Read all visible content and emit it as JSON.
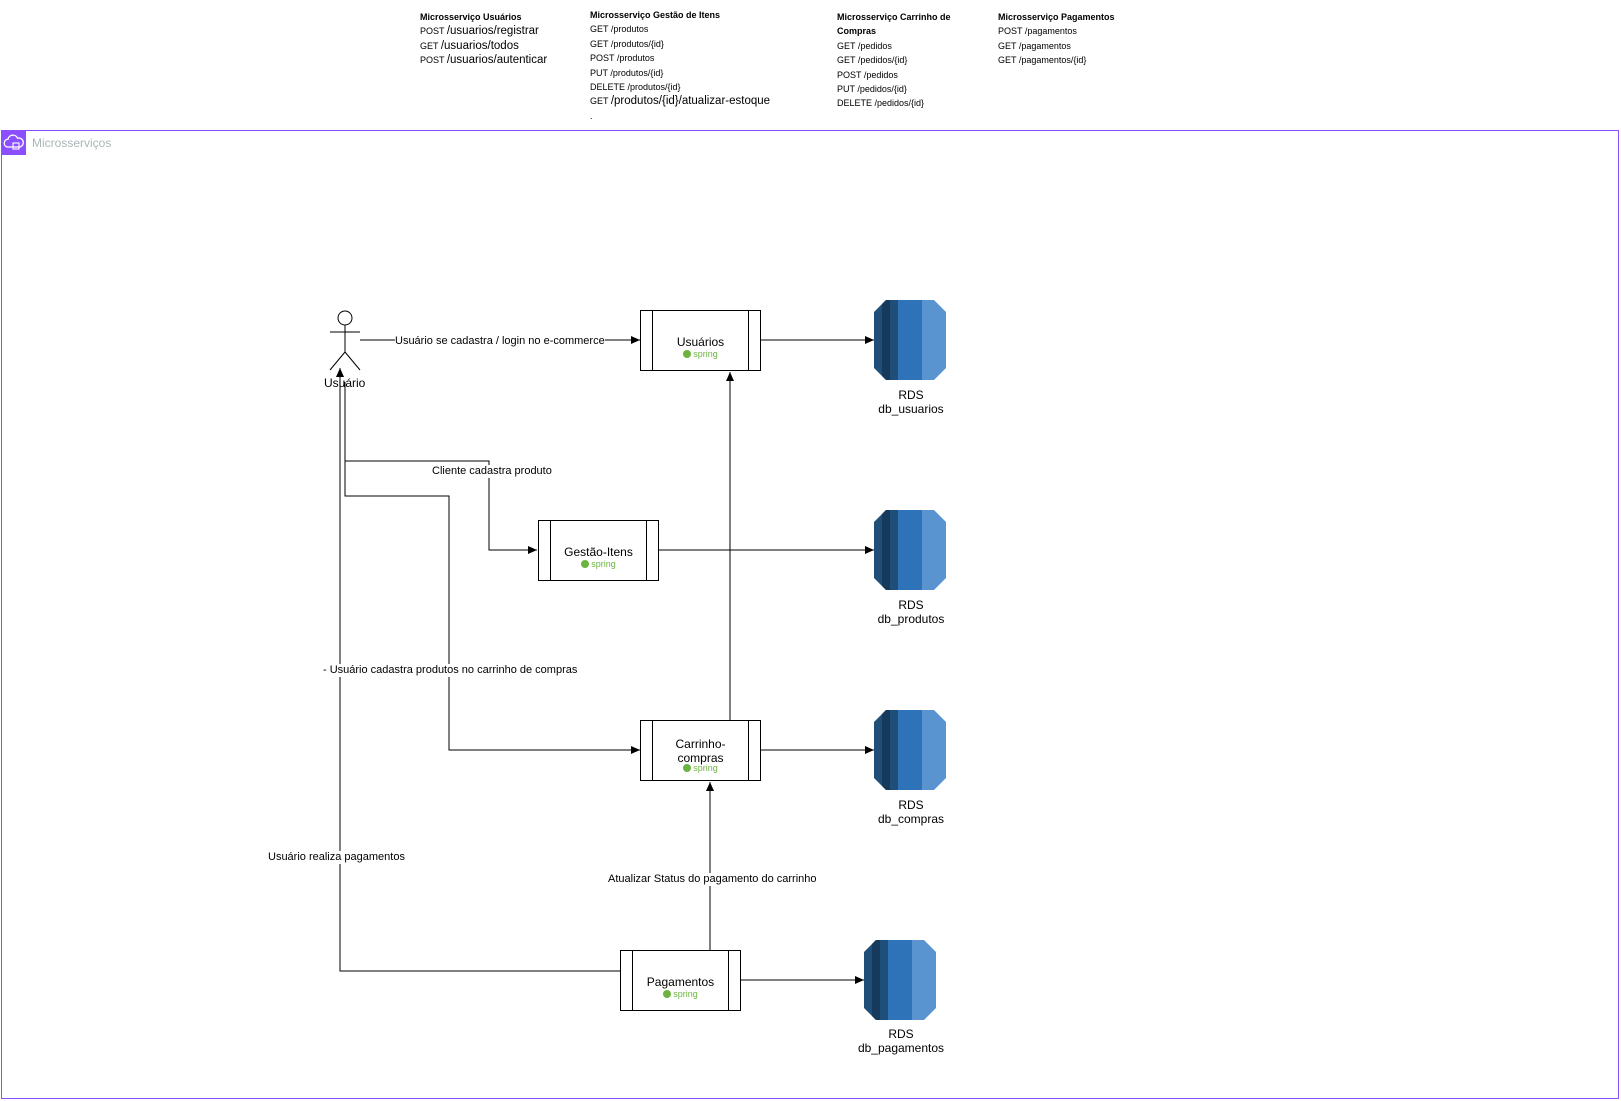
{
  "apis": [
    {
      "title": "Microsserviço Usuários",
      "lines": [
        {
          "method": "POST",
          "path": "/usuarios/registrar"
        },
        {
          "method": "GET",
          "path": "/usuarios/todos"
        },
        {
          "method": "POST",
          "path": "/usuarios/autenticar"
        }
      ]
    },
    {
      "title": "Microsserviço Gestão de Itens",
      "lines": [
        {
          "method": "GET",
          "path": "/produtos"
        },
        {
          "method": "GET",
          "path": "/produtos/{id}"
        },
        {
          "method": "POST",
          "path": "/produtos"
        },
        {
          "method": "PUT",
          "path": "/produtos/{id}"
        },
        {
          "method": "DELETE",
          "path": "/produtos/{id}"
        },
        {
          "method": "GET",
          "path": "/produtos/{id}/atualizar-estoque"
        },
        {
          "method": ".",
          "path": ""
        }
      ]
    },
    {
      "title": "Microsserviço Carrinho de Compras",
      "lines": [
        {
          "method": "GET",
          "path": "/pedidos"
        },
        {
          "method": "GET",
          "path": "/pedidos/{id}"
        },
        {
          "method": "POST",
          "path": "/pedidos"
        },
        {
          "method": "PUT",
          "path": "/pedidos/{id}"
        },
        {
          "method": "DELETE",
          "path": "/pedidos/{id}"
        }
      ]
    },
    {
      "title": "Microsserviço Pagamentos",
      "lines": [
        {
          "method": "POST",
          "path": "/pagamentos"
        },
        {
          "method": "GET",
          "path": "/pagamentos"
        },
        {
          "method": "GET",
          "path": "/pagamentos/{id}"
        }
      ]
    }
  ],
  "group": {
    "label": "Microsserviços",
    "color": "#8c4fff"
  },
  "actor": {
    "label": "Usuário"
  },
  "services": {
    "usuarios": {
      "name": "Usuários",
      "badge": "spring"
    },
    "gestao": {
      "name": "Gestão-Itens",
      "badge": "spring"
    },
    "carrinho": {
      "name": "Carrinho-compras",
      "badge": "spring"
    },
    "pagamentos": {
      "name": "Pagamentos",
      "badge": "spring"
    }
  },
  "databases": {
    "usuarios": {
      "type": "RDS",
      "name": "db_usuarios"
    },
    "produtos": {
      "type": "RDS",
      "name": "db_produtos"
    },
    "compras": {
      "type": "RDS",
      "name": "db_compras"
    },
    "pagamentos": {
      "type": "RDS",
      "name": "db_pagamentos"
    }
  },
  "edges": {
    "login": "Usuário se cadastra / login no e-commerce",
    "produto": "Cliente cadastra produto",
    "carrinho": "- Usuário cadastra produtos no carrinho de compras",
    "pagamento": "Usuário realiza pagamentos",
    "status": "Atualizar Status do pagamento do carrinho"
  },
  "colors": {
    "rds_dark": "#1f4e79",
    "rds_mid": "#2e73b8",
    "rds_light": "#5a94d0",
    "spring": "#6db33f"
  }
}
